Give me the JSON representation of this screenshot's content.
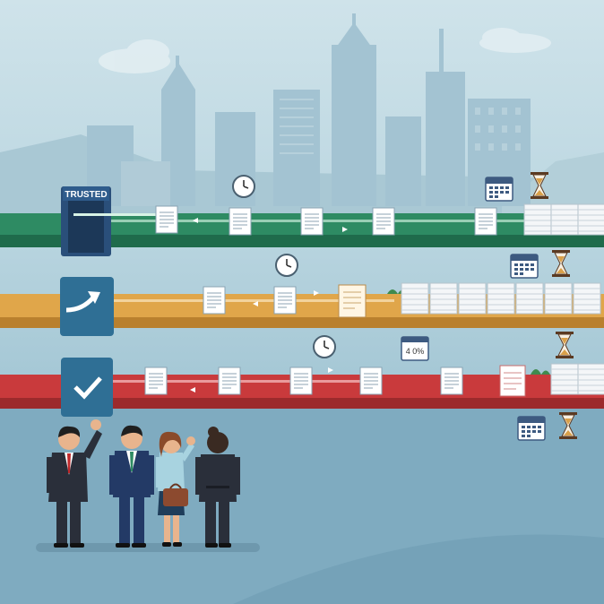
{
  "scene": {
    "gate_label": "TRUSTED",
    "calendar_badge": "4 0%"
  },
  "lanes": [
    {
      "color": "#2e8b63",
      "icon": "trusted-gate-icon"
    },
    {
      "color": "#e0a64a",
      "icon": "curved-arrow-icon"
    },
    {
      "color": "#c93a3c",
      "icon": "checkmark-icon"
    }
  ],
  "icons": [
    "clock-icon",
    "calendar-icon",
    "hourglass-icon",
    "document-icon",
    "paper-stack-icon"
  ],
  "people_count": 4
}
